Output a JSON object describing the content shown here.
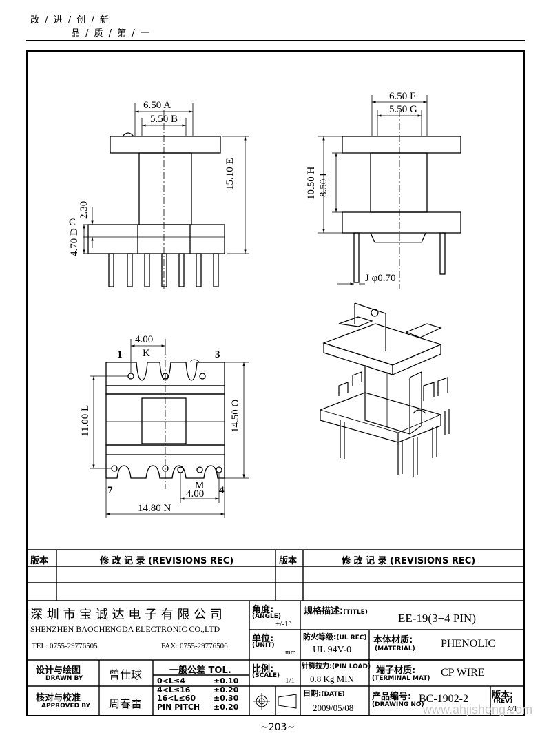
{
  "header": {
    "slogan_line1": "改 / 进 / 创 / 新",
    "slogan_line2": "品 / 质 / 第 / 一"
  },
  "dims": {
    "front_w_outer": "6.50",
    "front_w_outer_tag": "A",
    "front_w_inner": "5.50",
    "front_w_inner_tag": "B",
    "front_h": "15.10",
    "front_h_tag": "E",
    "front_230": "2.30",
    "front_c_tag": "C",
    "front_470": "4.70",
    "front_d_tag": "D",
    "side_w_outer": "6.50",
    "side_w_outer_tag": "F",
    "side_w_inner": "5.50",
    "side_w_inner_tag": "G",
    "side_h_outer": "10.50",
    "side_h_outer_tag": "H",
    "side_h_inner": "8.50",
    "side_h_inner_tag": "I",
    "pin_dia": "φ0.70",
    "pin_dia_tag": "J",
    "bot_pitch_top": "4.00",
    "bot_pitch_top_tag": "K",
    "bot_h_inner": "11.00",
    "bot_h_inner_tag": "L",
    "bot_h_outer": "14.50",
    "bot_h_outer_tag": "O",
    "bot_pitch_bot": "4.00",
    "bot_pitch_bot_tag": "M",
    "bot_w": "14.80",
    "bot_w_tag": "N",
    "pin1": "1",
    "pin3": "3",
    "pin7": "7",
    "pin4": "4"
  },
  "revisions": {
    "col1": "版本",
    "col2": "修 改 记 录  (REVISIONS REC)",
    "col3": "版本",
    "col4": "修 改 记 录  (REVISIONS REC)"
  },
  "titleblock": {
    "company_cn": "深 圳 市 宝 诚 达 电 子 有 限 公 司",
    "company_en": "SHENZHEN BAOCHENGDA ELECTRONIC CO.,LTD",
    "tel": "TEL: 0755-29776505",
    "fax": "FAX: 0755-29776506",
    "angle_cn": "角度:",
    "angle_en": "(ANGLE)",
    "angle_val": "+/-1°",
    "unit_cn": "单位:",
    "unit_en": "(UNIT)",
    "unit_val": "mm",
    "scale_cn": "比例:",
    "scale_en": "(SCALE)",
    "scale_val": "1/1",
    "title_cn": "规格描述:",
    "title_en": "(TITLE)",
    "title_val": "EE-19(3+4 PIN)",
    "ul_cn": "防火等级:",
    "ul_en": "(UL REC)",
    "ul_val": "UL 94V-0",
    "material_cn": "本体材质:",
    "material_en": "(MATERIAL)",
    "material_val": "PHENOLIC",
    "pinload_cn": "针脚拉力:",
    "pinload_en": "(PIN LOAD)",
    "pinload_val": "0.8 Kg MIN",
    "terminal_cn": "端子材质:",
    "terminal_en": "(TERMINAL MAT)",
    "terminal_val": "CP WIRE",
    "date_cn": "日期:",
    "date_en": "(DATE)",
    "date_val": "2009/05/08",
    "drawno_cn": "产品编号:",
    "drawno_en": "(DRAWING NO)",
    "drawno_val": "BC-1902-2",
    "rev_cn": "版本:",
    "rev_en": "(REV)",
    "rev_val": "A/1",
    "drawn_cn": "设计与绘图",
    "drawn_en": "DRAWN BY",
    "drawn_val": "曾仕球",
    "approved_cn": "核对与校准",
    "approved_en": "APPROVED BY",
    "approved_val": "周春雷",
    "tol_title": "一般公差 TOL.",
    "tol_rows": [
      {
        "range": "0<L≤4",
        "val": "±0.10"
      },
      {
        "range": "4<L≤16",
        "val": "±0.20"
      },
      {
        "range": "16<L≤60",
        "val": "±0.30"
      },
      {
        "range": "PIN PITCH",
        "val": "±0.20"
      }
    ]
  },
  "footer": {
    "page": "~203~",
    "watermark": "www.ahjisheng.com"
  }
}
